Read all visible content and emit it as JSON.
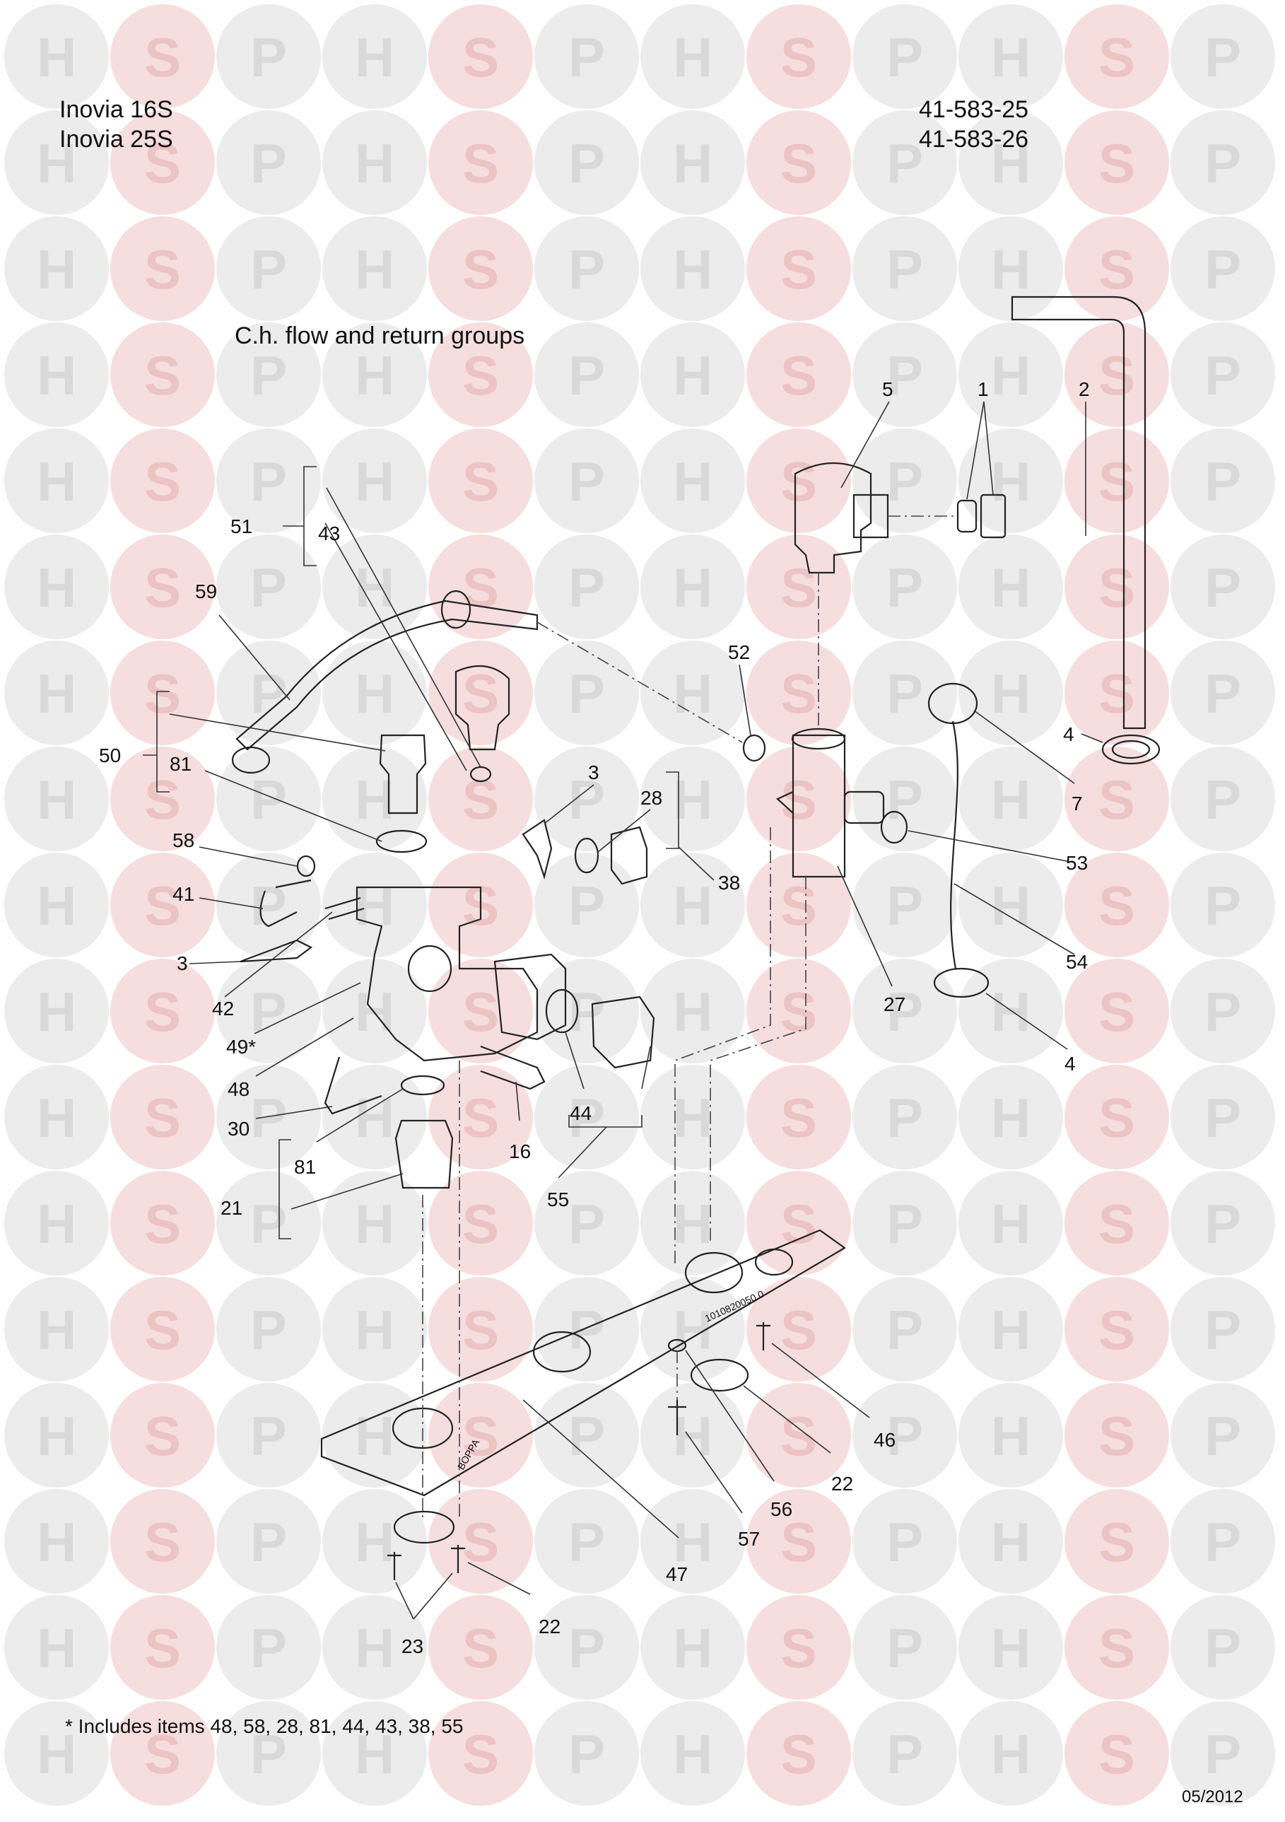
{
  "header": {
    "models": [
      "Inovia 16S",
      "Inovia 25S"
    ],
    "part_numbers": [
      "41-583-25",
      "41-583-26"
    ]
  },
  "diagram": {
    "title": "C.h. flow and return groups",
    "footnote": "* Includes items 48, 58, 28, 81, 44, 43, 38, 55",
    "date": "05/2012",
    "plate_text": [
      "1010820050.0",
      "BOPPA"
    ]
  },
  "callouts": [
    "5",
    "1",
    "2",
    "51",
    "43",
    "59",
    "52",
    "4",
    "50",
    "81",
    "7",
    "3",
    "28",
    "53",
    "58",
    "38",
    "41",
    "54",
    "3",
    "42",
    "27",
    "49*",
    "4",
    "48",
    "44",
    "30",
    "16",
    "81",
    "55",
    "21",
    "46",
    "22",
    "56",
    "57",
    "47",
    "22",
    "23"
  ],
  "watermark": {
    "letters": [
      "H",
      "S",
      "P"
    ],
    "colors": {
      "gray": "#ececec",
      "pink": "#f6dede",
      "letter_gray": "#d9d9d9",
      "letter_pink": "#ecc4c4"
    }
  }
}
